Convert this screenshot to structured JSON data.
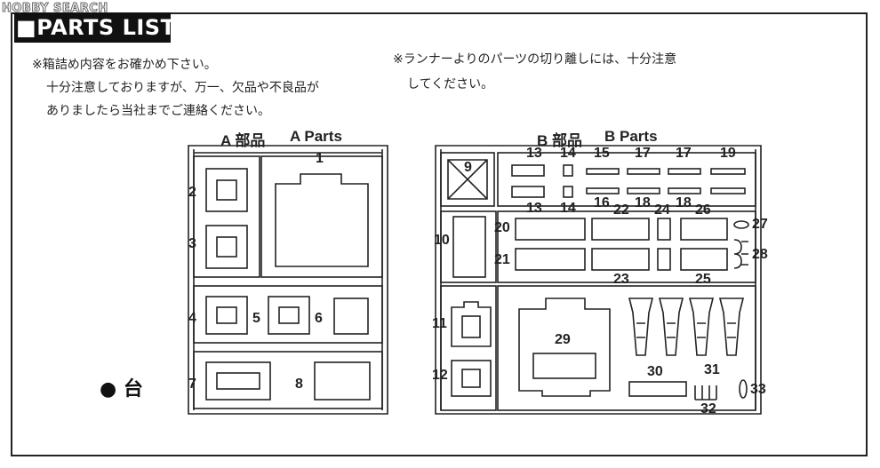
{
  "watermark": "HOBBY SEARCH",
  "header": {
    "title": "PARTS LIST"
  },
  "notes_left": [
    "※箱詰め内容をお確かめ下さい。",
    "十分注意しておりますが、万一、欠品や不良品が",
    "ありましたら当社までご連絡ください。"
  ],
  "notes_right": [
    "※ランナーよりのパーツの切り離しには、十分注意",
    "してください。"
  ],
  "runner_a": {
    "title_jp": "A 部品",
    "title_en": "A Parts",
    "labels": {
      "p1": "1",
      "p2": "2",
      "p3": "3",
      "p4": "4",
      "p5": "5",
      "p6": "6",
      "p7": "7",
      "p8": "8"
    }
  },
  "runner_b": {
    "title_jp": "B 部品",
    "title_en": "B Parts",
    "labels": {
      "p9": "9",
      "p10": "10",
      "p11": "11",
      "p12": "12",
      "p13a": "13",
      "p13b": "13",
      "p14a": "14",
      "p14b": "14",
      "p15": "15",
      "p16": "16",
      "p17a": "17",
      "p17b": "17",
      "p18a": "18",
      "p18b": "18",
      "p19": "19",
      "p20": "20",
      "p21": "21",
      "p22": "22",
      "p23": "23",
      "p24": "24",
      "p25": "25",
      "p26": "26",
      "p27": "27",
      "p28": "28",
      "p29": "29",
      "p30": "30",
      "p31": "31",
      "p32": "32",
      "p33": "33"
    }
  },
  "base_label": {
    "bullet": "●",
    "text": "台"
  }
}
